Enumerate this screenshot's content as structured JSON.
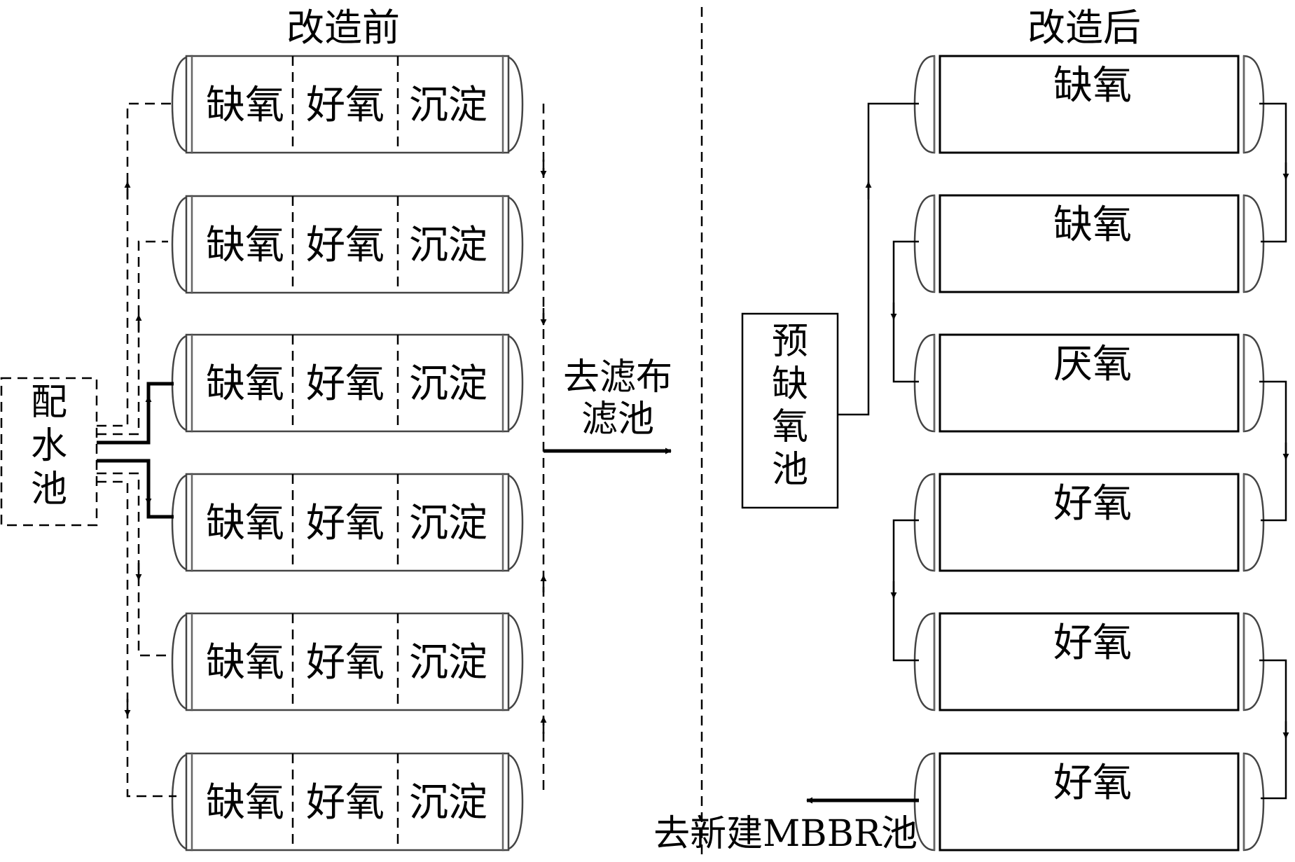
{
  "before": {
    "title": "改造前",
    "distribution_tank": "配水池",
    "tanks": [
      [
        "缺氧",
        "好氧",
        "沉淀"
      ],
      [
        "缺氧",
        "好氧",
        "沉淀"
      ],
      [
        "缺氧",
        "好氧",
        "沉淀"
      ],
      [
        "缺氧",
        "好氧",
        "沉淀"
      ],
      [
        "缺氧",
        "好氧",
        "沉淀"
      ],
      [
        "缺氧",
        "好氧",
        "沉淀"
      ]
    ],
    "outflow_label_line1": "去滤布",
    "outflow_label_line2": "滤池"
  },
  "after": {
    "title": "改造后",
    "pre_anoxic_tank": "预缺氧池",
    "tanks": [
      "缺氧",
      "缺氧",
      "厌氧",
      "好氧",
      "好氧",
      "好氧"
    ],
    "outflow_label": "去新建MBBR池"
  }
}
